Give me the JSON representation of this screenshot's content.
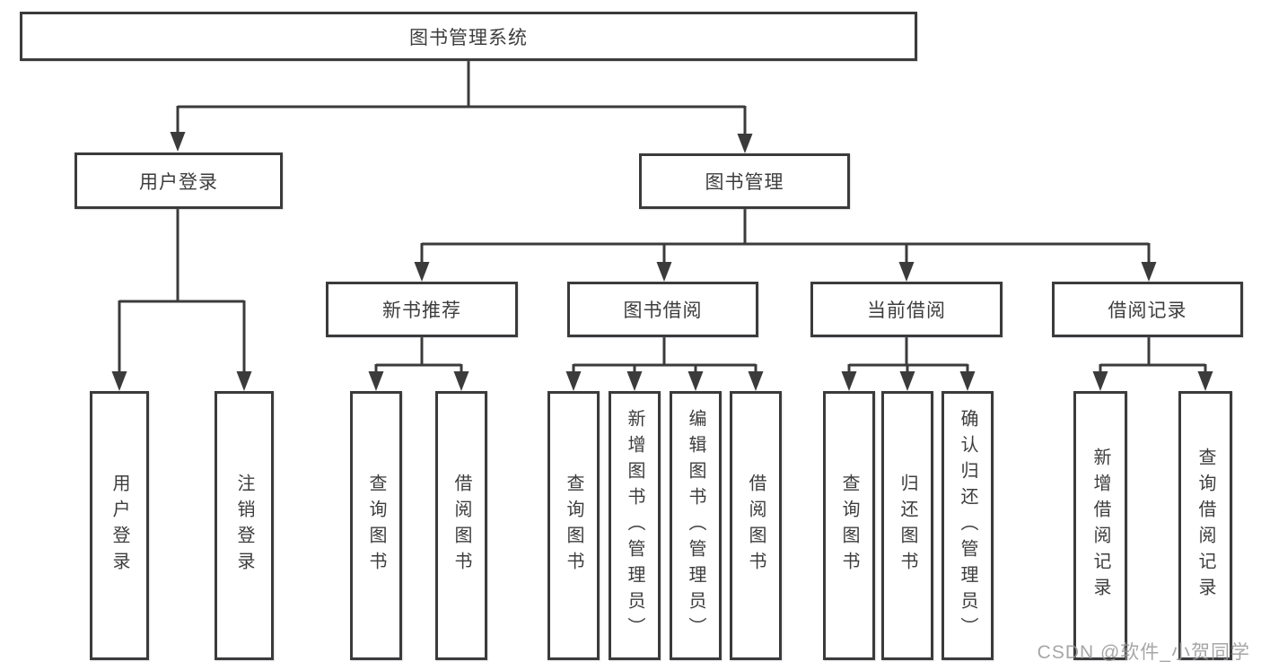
{
  "tree": {
    "root": {
      "label": "图书管理系统",
      "children": [
        {
          "label": "用户登录",
          "children": [
            {
              "label": "用户登录"
            },
            {
              "label": "注销登录"
            }
          ]
        },
        {
          "label": "图书管理",
          "children": [
            {
              "label": "新书推荐",
              "children": [
                {
                  "label": "查询图书"
                },
                {
                  "label": "借阅图书"
                }
              ]
            },
            {
              "label": "图书借阅",
              "children": [
                {
                  "label": "查询图书"
                },
                {
                  "label": "新增图书（管理员）"
                },
                {
                  "label": "编辑图书（管理员）"
                },
                {
                  "label": "借阅图书"
                }
              ]
            },
            {
              "label": "当前借阅",
              "children": [
                {
                  "label": "查询图书"
                },
                {
                  "label": "归还图书"
                },
                {
                  "label": "确认归还（管理员）"
                }
              ]
            },
            {
              "label": "借阅记录",
              "children": [
                {
                  "label": "新增借阅记录"
                },
                {
                  "label": "查询借阅记录"
                }
              ]
            }
          ]
        }
      ]
    }
  },
  "watermark": {
    "text": "CSDN @软件_小贺同学"
  },
  "colors": {
    "line": "#3b3b3b",
    "border": "#3b3b3b",
    "text": "#3d3d3d",
    "watermark": "#969696",
    "background": "#ffffff"
  }
}
